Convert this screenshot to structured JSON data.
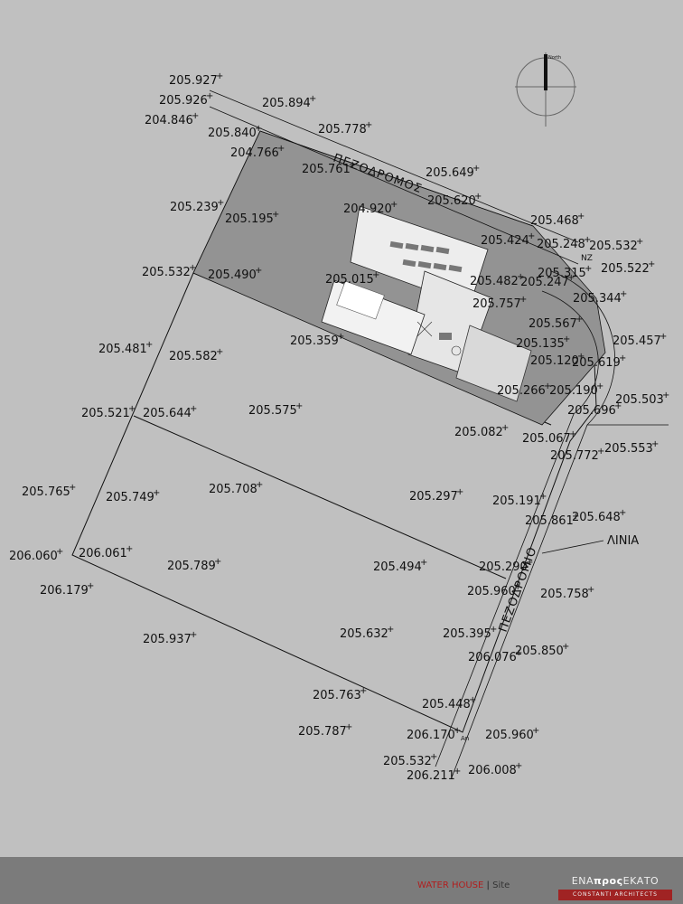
{
  "north_label": "North",
  "street_labels": {
    "top": "ΠΕΖΟΔΡΟΜΟΣ",
    "right": "ΠΕΖΟΔΡΟΜΙΟ",
    "line_label": "ΛΙΝΙΑ"
  },
  "building_labels": {
    "nz": "NZ",
    "an": "An"
  },
  "elevations": [
    "205.927",
    "205.926",
    "205.894",
    "204.846",
    "205.840",
    "205.778",
    "204.766",
    "205.761",
    "205.649",
    "205.620",
    "205.239",
    "205.195",
    "204.920",
    "205.468",
    "205.424",
    "205.248",
    "205.532",
    "205.315",
    "205.522",
    "205.532",
    "205.490",
    "205.482",
    "205.247",
    "205.015",
    "205.344",
    "205.757",
    "205.567",
    "205.457",
    "205.359",
    "205.135",
    "205.481",
    "205.582",
    "205.120",
    "205.619",
    "205.266",
    "205.190",
    "205.503",
    "205.521",
    "205.644",
    "205.575",
    "205.696",
    "205.082",
    "205.067",
    "205.553",
    "205.772",
    "205.765",
    "205.749",
    "205.708",
    "205.297",
    "205.191",
    "205.861",
    "205.648",
    "206.060",
    "206.061",
    "205.789",
    "205.494",
    "205.290",
    "206.179",
    "205.960",
    "205.758",
    "205.632",
    "205.395",
    "205.937",
    "206.076",
    "205.850",
    "205.763",
    "205.448",
    "205.787",
    "206.170",
    "205.960",
    "205.532",
    "206.211",
    "206.008"
  ],
  "footer": {
    "title": "WATER HOUSE",
    "separator": "|",
    "subtitle": "Site",
    "logo_name_1": "ΕΝΑ",
    "logo_name_2": "προς",
    "logo_name_3": "ΕΚΑΤΟ",
    "logo_sub": "CONSTANTI ARCHITECTS"
  }
}
